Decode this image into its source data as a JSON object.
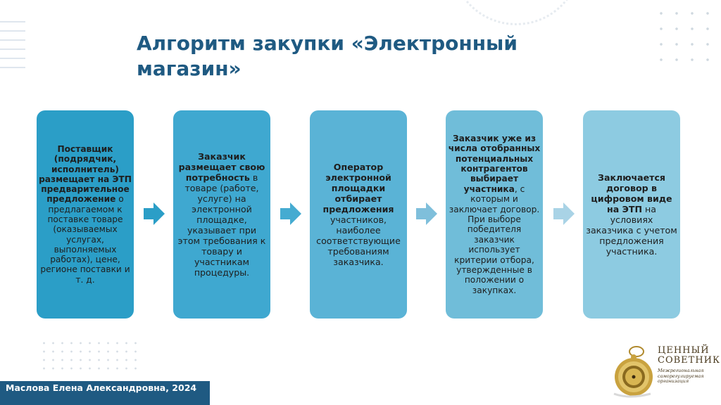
{
  "title": "Алгоритм закупки «Электронный магазин»",
  "steps": [
    {
      "bold": "Поставщик (подрядчик, исполнитель) размещает на ЭТП предварительное предложение",
      "rest": " о предлагаемом к поставке товаре (оказываемых услугах, выполняемых работах), цене, регионе поставки и т. д."
    },
    {
      "bold": "Заказчик размещает свою потребность",
      "rest": " в товаре (работе, услуге) на электронной площадке, указывает при этом требования к товару и участникам процедуры."
    },
    {
      "bold": "Оператор электронной площадки отбирает предложения",
      "rest": " участников, наиболее соответствующие требованиям заказчика."
    },
    {
      "bold": "Заказчик уже из числа отобранных потенциальных контрагентов выбирает участника",
      "rest": ", с которым и заключает договор. При выборе победителя заказчик использует критерии отбора, утвержденные в положении о закупках."
    },
    {
      "bold": "Заключается договор в цифровом виде на ЭТП",
      "rest": " на условиях заказчика с учетом предложения участника."
    }
  ],
  "footer": "Маслова Елена Александровна, 2024",
  "logo": {
    "name_line1": "ЦЕННЫЙ",
    "name_line2": "СОВЕТНИК",
    "subtitle": "Межрегиональная саморегулируемая организация"
  },
  "colors": {
    "title": "#1f5a82",
    "step1": "#2b9ec7",
    "step2": "#3fa8d0",
    "step3": "#5ab3d6",
    "step4": "#70bdd9",
    "step5": "#8dcbe1",
    "footer_bg": "#1f5a82"
  },
  "icons": [
    "step-arrow-icon",
    "pocket-watch-icon"
  ]
}
